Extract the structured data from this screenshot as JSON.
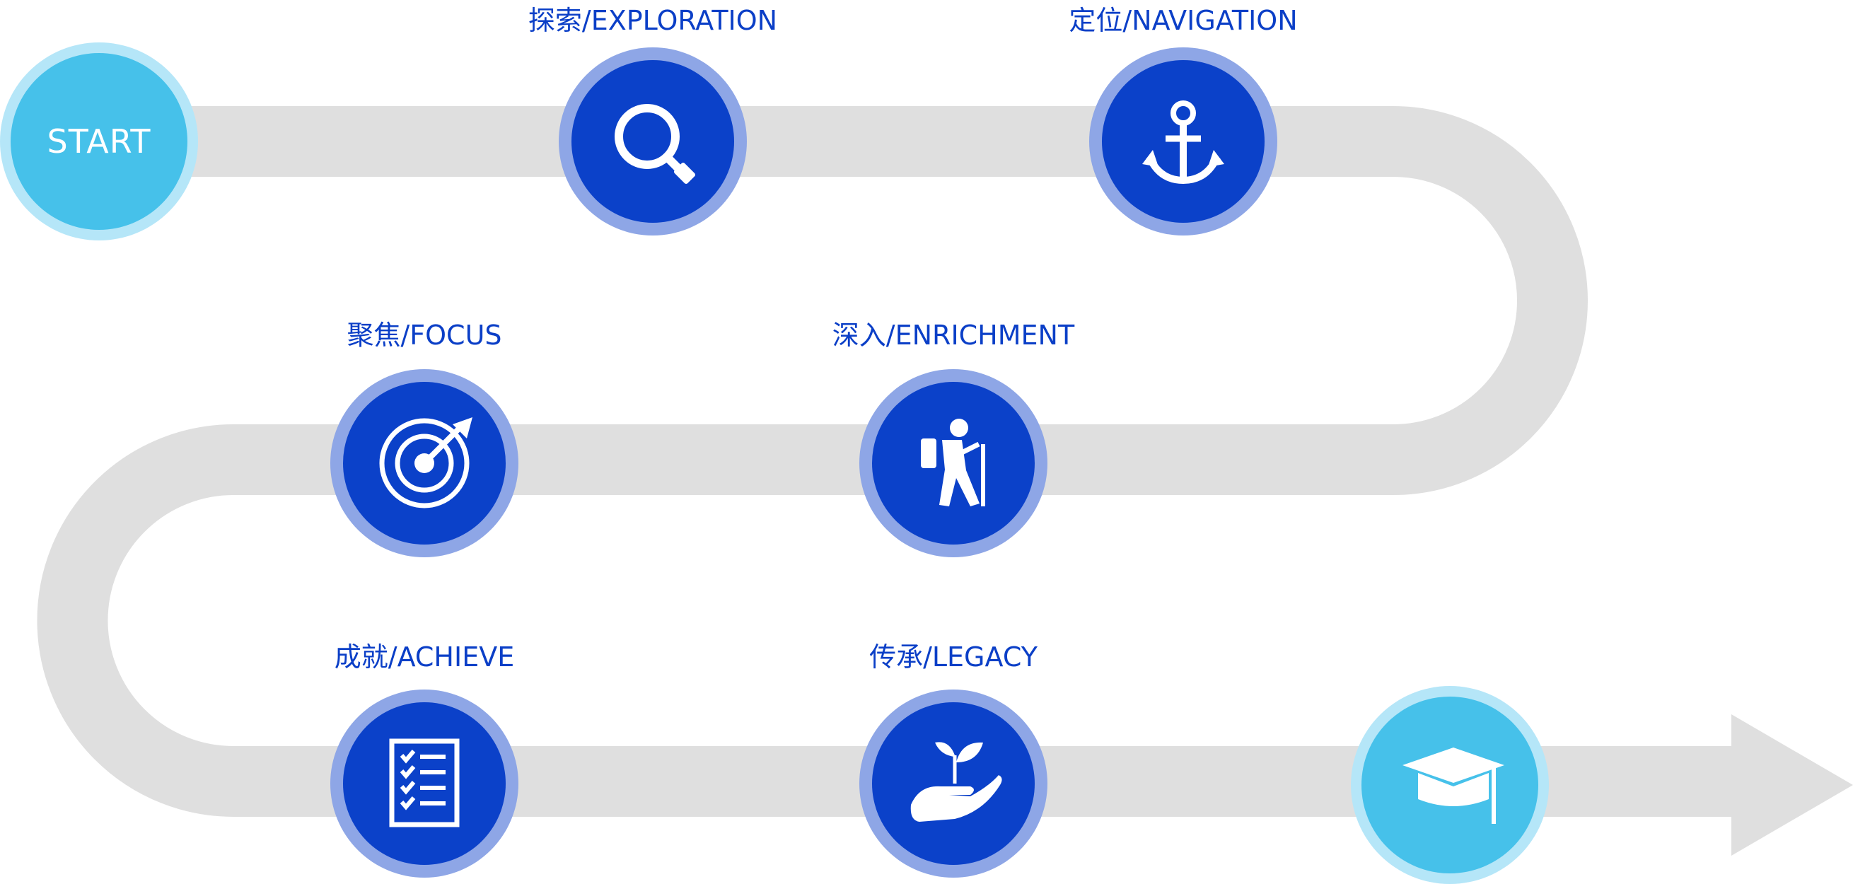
{
  "start_label": "START",
  "colors": {
    "road": "#dfdfdf",
    "node_fill": "#0b41c9",
    "node_ring": "#8ea6e6",
    "accent_fill": "#46c1ea",
    "accent_ring": "#b5e6f8",
    "label": "#0b3fc7",
    "icon": "#ffffff"
  },
  "steps": [
    {
      "label": "探索/EXPLORATION",
      "icon": "search-icon"
    },
    {
      "label": "定位/NAVIGATION",
      "icon": "anchor-icon"
    },
    {
      "label": "聚焦/FOCUS",
      "icon": "target-icon"
    },
    {
      "label": "深入/ENRICHMENT",
      "icon": "hiker-icon"
    },
    {
      "label": "成就/ACHIEVE",
      "icon": "checklist-icon"
    },
    {
      "label": "传承/LEGACY",
      "icon": "plant-hand-icon"
    }
  ],
  "finish": {
    "icon": "graduation-cap-icon"
  }
}
